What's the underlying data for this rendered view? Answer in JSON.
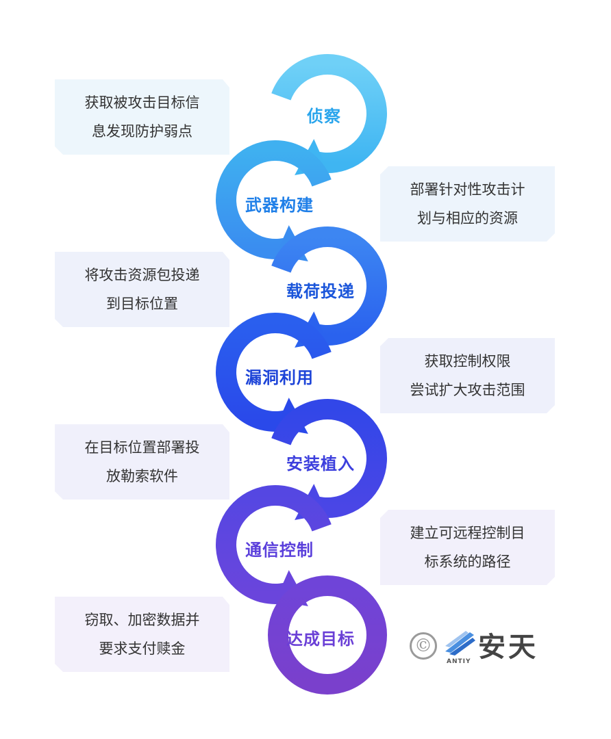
{
  "stages": [
    {
      "label": "侦察",
      "color": "#2aa5ec"
    },
    {
      "label": "武器构建",
      "color": "#1f7fe8"
    },
    {
      "label": "载荷投递",
      "color": "#1a55da"
    },
    {
      "label": "漏洞利用",
      "color": "#1d44d8"
    },
    {
      "label": "安装植入",
      "color": "#3c3fdd"
    },
    {
      "label": "通信控制",
      "color": "#5a3fdb"
    },
    {
      "label": "达成目标",
      "color": "#6a3fd6"
    }
  ],
  "arc_colors": [
    [
      "#6fd0f7",
      "#3fb5f2"
    ],
    [
      "#3fb0f0",
      "#3a8df0"
    ],
    [
      "#3d86f2",
      "#2a62ee"
    ],
    [
      "#2a5fee",
      "#2a49ea"
    ],
    [
      "#3247e8",
      "#4a46e6"
    ],
    [
      "#5547e2",
      "#6a45dc"
    ],
    [
      "#6f44d8",
      "#7a40cc"
    ]
  ],
  "notes": [
    {
      "side": "left",
      "lines": [
        "获取被攻击目标信",
        "息发现防护弱点"
      ],
      "bg": "#edf6fc"
    },
    {
      "side": "right",
      "lines": [
        "部署针对性攻击计",
        "划与相应的资源"
      ],
      "bg": "#edf4fc"
    },
    {
      "side": "left",
      "lines": [
        "将攻击资源包投递",
        "到目标位置"
      ],
      "bg": "#eef1fb"
    },
    {
      "side": "right",
      "lines": [
        "获取控制权限",
        "尝试扩大攻击范围"
      ],
      "bg": "#eef0fb"
    },
    {
      "side": "left",
      "lines": [
        "在目标位置部署投",
        "放勒索软件"
      ],
      "bg": "#f0f0fb"
    },
    {
      "side": "right",
      "lines": [
        "建立可远程控制目",
        "标系统的路径"
      ],
      "bg": "#f2f0fb"
    },
    {
      "side": "left",
      "lines": [
        "窃取、加密数据并",
        "要求支付赎金"
      ],
      "bg": "#f3f0fb"
    }
  ],
  "logo": {
    "copyright_symbol": "©",
    "sub": "ANTIY",
    "name": "安天",
    "icon": "antiy-logo-icon"
  }
}
